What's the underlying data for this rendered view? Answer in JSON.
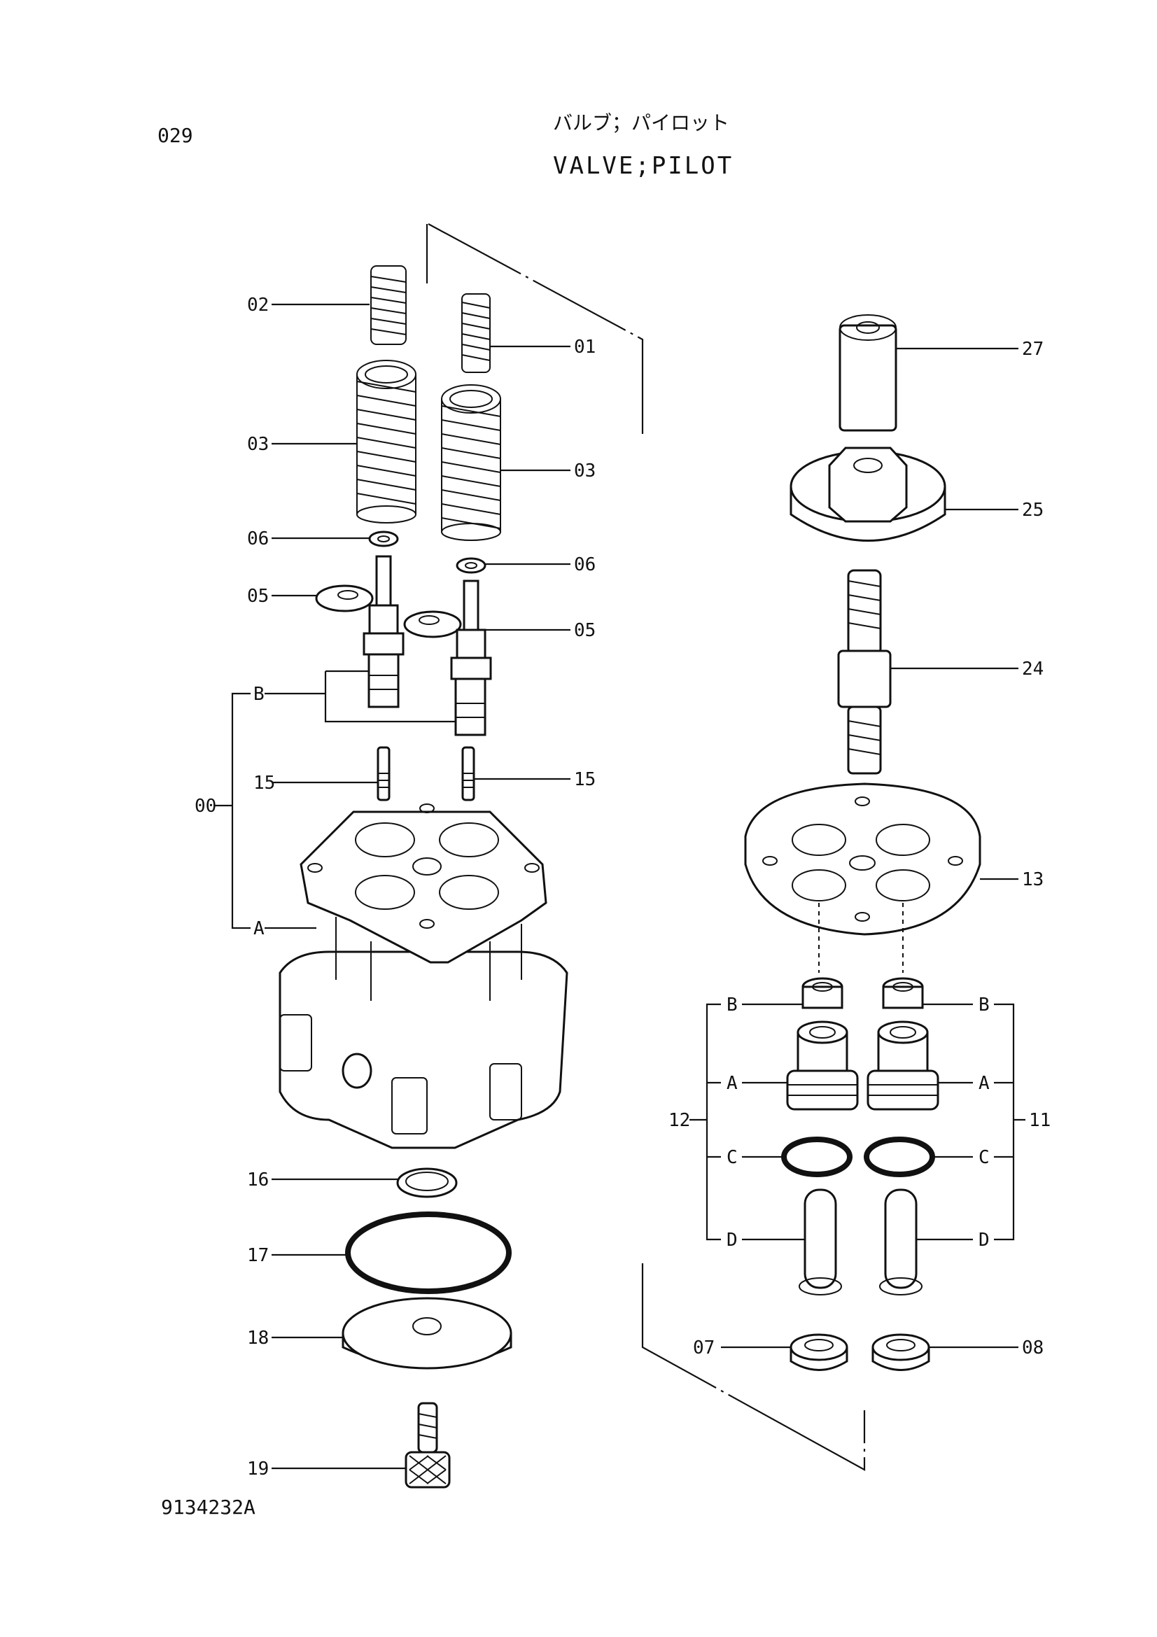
{
  "page": {
    "page_number": "029",
    "title_katakana": "バルブ；パイロット",
    "title_english": "VALVE;PILOT",
    "drawing_number": "9134232A"
  },
  "callouts": [
    {
      "id": "c02",
      "text": "02"
    },
    {
      "id": "c01",
      "text": "01"
    },
    {
      "id": "c03a",
      "text": "03"
    },
    {
      "id": "c03b",
      "text": "03"
    },
    {
      "id": "c06a",
      "text": "06"
    },
    {
      "id": "c06b",
      "text": "06"
    },
    {
      "id": "c05a",
      "text": "05"
    },
    {
      "id": "c05b",
      "text": "05"
    },
    {
      "id": "cBl",
      "text": "B"
    },
    {
      "id": "c15a",
      "text": "15"
    },
    {
      "id": "c15b",
      "text": "15"
    },
    {
      "id": "c00",
      "text": "00"
    },
    {
      "id": "cAl",
      "text": "A"
    },
    {
      "id": "c16",
      "text": "16"
    },
    {
      "id": "c17",
      "text": "17"
    },
    {
      "id": "c18",
      "text": "18"
    },
    {
      "id": "c19",
      "text": "19"
    },
    {
      "id": "c27",
      "text": "27"
    },
    {
      "id": "c25",
      "text": "25"
    },
    {
      "id": "c24",
      "text": "24"
    },
    {
      "id": "c13",
      "text": "13"
    },
    {
      "id": "c12",
      "text": "12"
    },
    {
      "id": "c11",
      "text": "11"
    },
    {
      "id": "cB12",
      "text": "B"
    },
    {
      "id": "cA12",
      "text": "A"
    },
    {
      "id": "cC12",
      "text": "C"
    },
    {
      "id": "cD12",
      "text": "D"
    },
    {
      "id": "cB11",
      "text": "B"
    },
    {
      "id": "cA11",
      "text": "A"
    },
    {
      "id": "cC11",
      "text": "C"
    },
    {
      "id": "cD11",
      "text": "D"
    },
    {
      "id": "c07",
      "text": "07"
    },
    {
      "id": "c08",
      "text": "08"
    }
  ]
}
